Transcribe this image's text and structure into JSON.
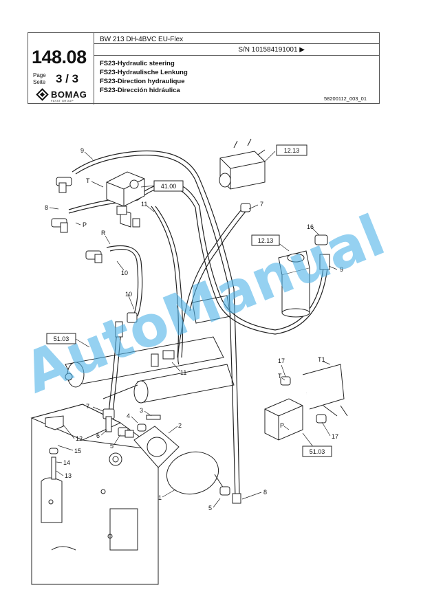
{
  "header": {
    "page_number": "148.08",
    "page_label_1": "Page",
    "page_label_2": "Seite",
    "page_fraction": "3  /  3",
    "logo_text": "BOMAG",
    "logo_sub": "FAYAT GROUP",
    "model": "BW 213 DH-4BVC EU-Flex",
    "serial": "S/N 101584191001   ▶",
    "titles": [
      "FS23-Hydraulic steering",
      "FS23-Hydraulische Lenkung",
      "FS23-Direction hydraulique",
      "FS23-Dirección hidráulica"
    ],
    "drawing_number": "58200112_003_01"
  },
  "watermark": "AutoManual",
  "callouts": {
    "ref_1213_a": "12.13",
    "ref_1213_b": "12.13",
    "ref_4100": "41.00",
    "ref_5103_a": "51.03",
    "ref_5103_b": "51.03"
  },
  "labels": {
    "n9a": "9",
    "T": "T",
    "n8a": "8",
    "P": "P",
    "n11a": "11",
    "R": "R",
    "n10a": "10",
    "n10b": "10",
    "n7a": "7",
    "n16": "16",
    "n9b": "9",
    "n11b": "11",
    "n7b": "7",
    "n3": "3",
    "n4": "4",
    "n2": "2",
    "n6": "6",
    "n5a": "5",
    "n12": "12",
    "n15": "15",
    "n14": "14",
    "n13": "13",
    "n1": "1",
    "n5b": "5",
    "n8b": "8",
    "n17a": "17",
    "T2": "T",
    "T1": "T1",
    "P2": "P",
    "n17b": "17"
  }
}
